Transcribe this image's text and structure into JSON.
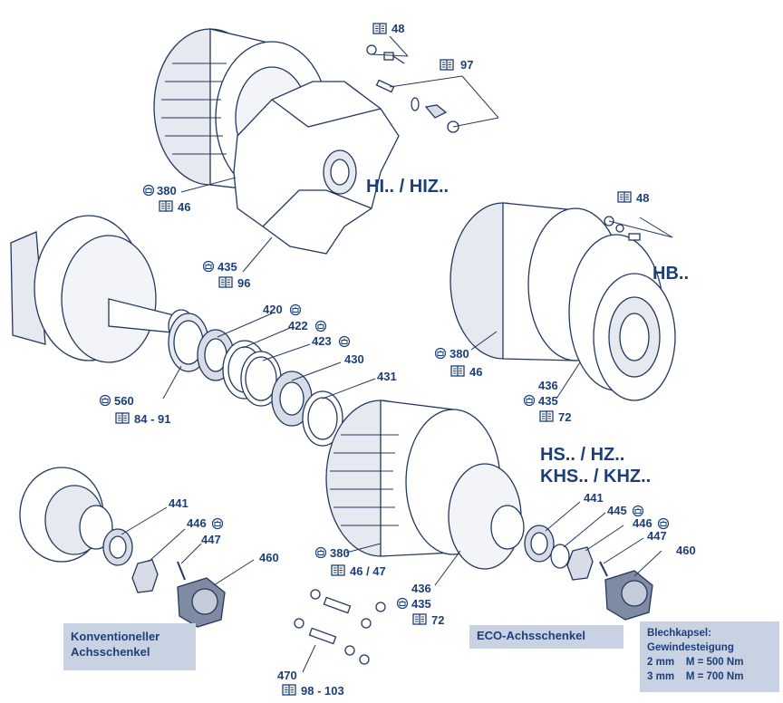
{
  "headings": {
    "hi": "HI.. / HIZ..",
    "hb": "HB..",
    "hs": "HS.. / HZ..",
    "khs": "KHS.. / KHZ.."
  },
  "labels": {
    "p48_top": "48",
    "p97": "97",
    "p380_a": "380",
    "p46_a": "46",
    "p435_a": "435",
    "p96": "96",
    "p48_r": "48",
    "p380_hb": "380",
    "p46_hb": "46",
    "p436_hb": "436",
    "p435_hb": "435",
    "p72_hb": "72",
    "p420": "420",
    "p422": "422",
    "p423": "423",
    "p430": "430",
    "p431": "431",
    "p560": "560",
    "p84_91": "84 - 91",
    "p441_l": "441",
    "p446_l": "446",
    "p447_l": "447",
    "p460_l": "460",
    "p380_b": "380",
    "p46_47": "46 / 47",
    "p436_b": "436",
    "p435_b": "435",
    "p72_b": "72",
    "p441_r": "441",
    "p445": "445",
    "p446_r": "446",
    "p447_r": "447",
    "p460_r": "460",
    "p470": "470",
    "p98_103": "98 - 103"
  },
  "boxes": {
    "konv_line1": "Konventioneller",
    "konv_line2": "Achsschenkel",
    "eco": "ECO-Achsschenkel",
    "blech_title": "Blechkapsel:",
    "blech_sub": "Gewindesteigung",
    "blech_row1": "2 mm    M = 500 Nm",
    "blech_row2": "3 mm    M = 700 Nm"
  },
  "colors": {
    "ink": "#1c3f7a",
    "line": "#23375f",
    "part": "#ffffff",
    "shade": "#d7dce6",
    "box": "#c9d2e3"
  }
}
